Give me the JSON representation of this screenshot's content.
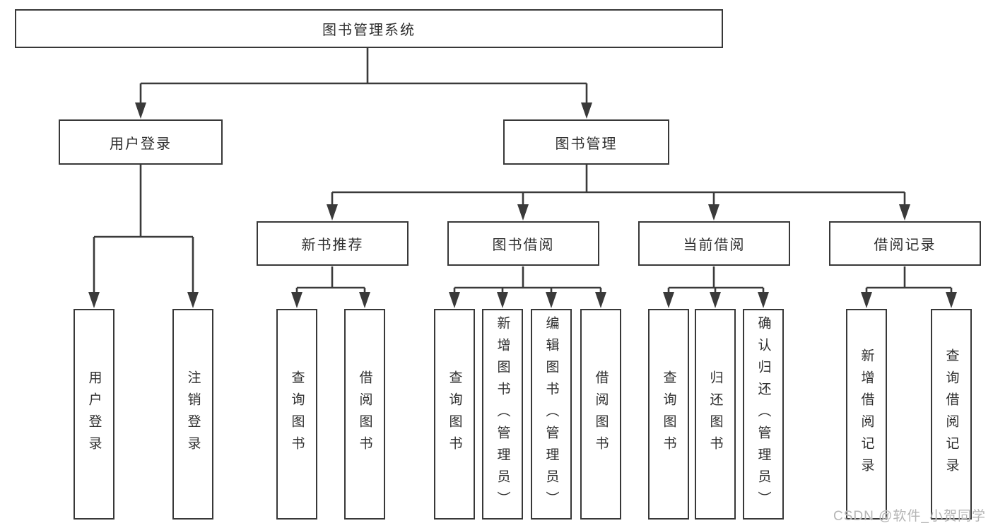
{
  "colors": {
    "background": "#ffffff",
    "line": "#3a3a3a",
    "box_border": "#383838",
    "text": "#2e2e2e",
    "watermark": "#b5b5b5"
  },
  "watermark": {
    "text": "CSDN @软件_小贺同学"
  },
  "tree": {
    "root": {
      "label": "图书管理系统"
    },
    "branches": [
      {
        "label": "用户登录",
        "children": [
          {
            "label": "用户登录"
          },
          {
            "label": "注销登录"
          }
        ]
      },
      {
        "label": "图书管理",
        "children": [
          {
            "label": "新书推荐",
            "children": [
              {
                "label": "查询图书"
              },
              {
                "label": "借阅图书"
              }
            ]
          },
          {
            "label": "图书借阅",
            "children": [
              {
                "label": "查询图书"
              },
              {
                "label": "新增图书（管理员）"
              },
              {
                "label": "编辑图书（管理员）"
              },
              {
                "label": "借阅图书"
              }
            ]
          },
          {
            "label": "当前借阅",
            "children": [
              {
                "label": "查询图书"
              },
              {
                "label": "归还图书"
              },
              {
                "label": "确认归还（管理员）"
              }
            ]
          },
          {
            "label": "借阅记录",
            "children": [
              {
                "label": "新增借阅记录"
              },
              {
                "label": "查询借阅记录"
              }
            ]
          }
        ]
      }
    ]
  }
}
